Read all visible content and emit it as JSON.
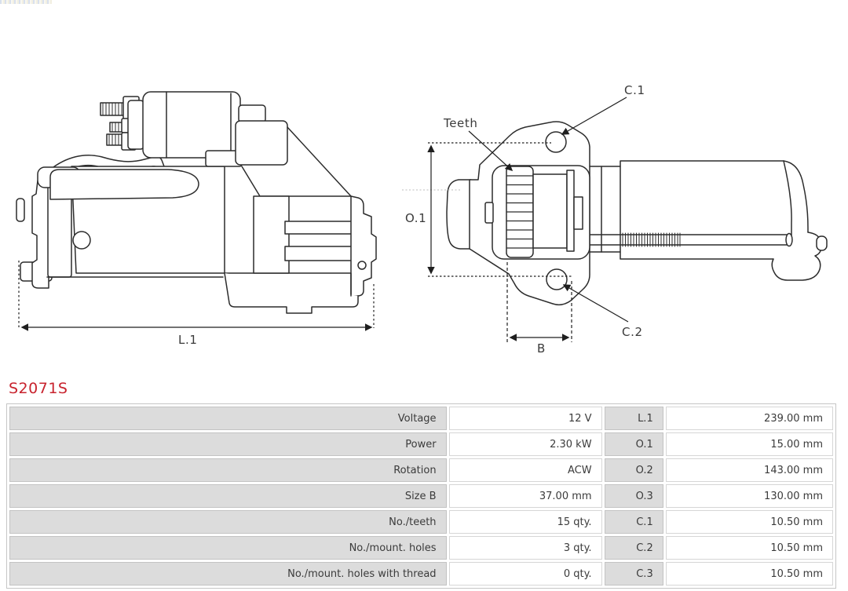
{
  "part": {
    "number": "S2071S",
    "color": "#c8232e"
  },
  "logo_strip": {
    "colors": [
      "#b9c6e0",
      "#f2f0e4",
      "#e8e2c8"
    ]
  },
  "diagram": {
    "line_color": "#2c2c2c",
    "labels": {
      "l1": "L.1",
      "o1": "O.1",
      "b": "B",
      "c1": "C.1",
      "c2": "C.2",
      "teeth": "Teeth"
    }
  },
  "spec_table": {
    "rows": [
      {
        "label": "Voltage",
        "value": "12 V",
        "dim_label": "L.1",
        "dim_value": "239.00 mm"
      },
      {
        "label": "Power",
        "value": "2.30 kW",
        "dim_label": "O.1",
        "dim_value": "15.00 mm"
      },
      {
        "label": "Rotation",
        "value": "ACW",
        "dim_label": "O.2",
        "dim_value": "143.00 mm"
      },
      {
        "label": "Size B",
        "value": "37.00 mm",
        "dim_label": "O.3",
        "dim_value": "130.00 mm"
      },
      {
        "label": "No./teeth",
        "value": "15 qty.",
        "dim_label": "C.1",
        "dim_value": "10.50 mm"
      },
      {
        "label": "No./mount. holes",
        "value": "3 qty.",
        "dim_label": "C.2",
        "dim_value": "10.50 mm"
      },
      {
        "label": "No./mount. holes with thread",
        "value": "0 qty.",
        "dim_label": "C.3",
        "dim_value": "10.50 mm"
      }
    ]
  }
}
